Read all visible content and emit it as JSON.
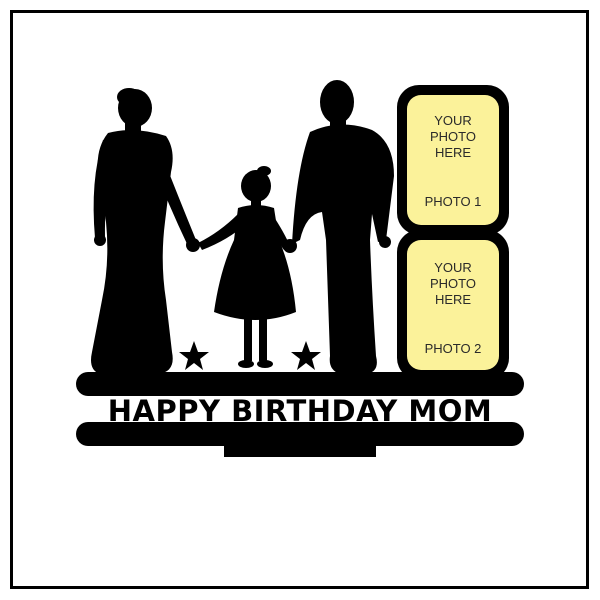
{
  "photos": [
    {
      "placeholder": "YOUR\nPHOTO\nHERE",
      "label": "PHOTO 1"
    },
    {
      "placeholder": "YOUR\nPHOTO\nHERE",
      "label": "PHOTO 2"
    }
  ],
  "banner": {
    "text": "HAPPY BIRTHDAY MOM"
  },
  "colors": {
    "silhouette": "#000000",
    "photo_fill": "#fbf29a",
    "background": "#ffffff"
  },
  "icons": [
    "star-icon",
    "mother-silhouette",
    "daughter-silhouette",
    "father-silhouette"
  ]
}
